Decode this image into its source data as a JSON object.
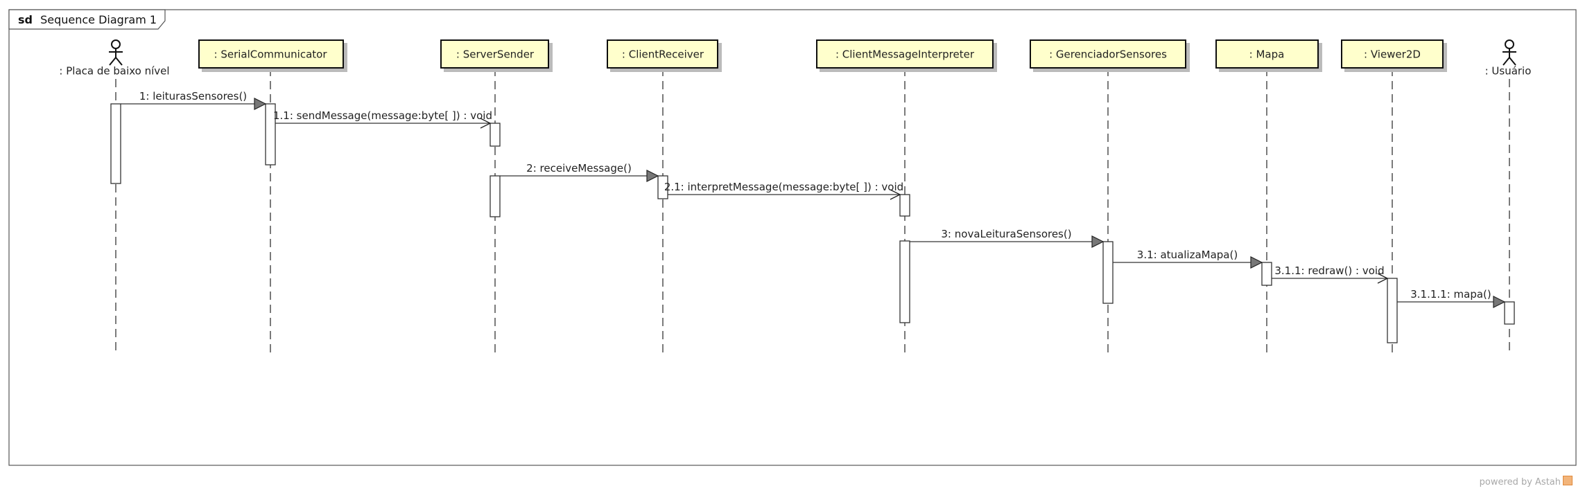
{
  "frame": {
    "keyword": "sd",
    "title": "Sequence Diagram 1"
  },
  "participants": [
    {
      "id": "placa",
      "kind": "actor",
      "label": ": Placa de baixo nível"
    },
    {
      "id": "serial",
      "kind": "object",
      "label": ": SerialCommunicator"
    },
    {
      "id": "server",
      "kind": "object",
      "label": ": ServerSender"
    },
    {
      "id": "client",
      "kind": "object",
      "label": ": ClientReceiver"
    },
    {
      "id": "interp",
      "kind": "object",
      "label": ": ClientMessageInterpreter"
    },
    {
      "id": "gerenc",
      "kind": "object",
      "label": ": GerenciadorSensores"
    },
    {
      "id": "mapa",
      "kind": "object",
      "label": ": Mapa"
    },
    {
      "id": "viewer",
      "kind": "object",
      "label": ": Viewer2D"
    },
    {
      "id": "usuario",
      "kind": "actor",
      "label": ": Usuário"
    }
  ],
  "messages": [
    {
      "from": "placa",
      "to": "serial",
      "label": "1: leiturasSensores()",
      "type": "sync"
    },
    {
      "from": "serial",
      "to": "server",
      "label": "1.1: sendMessage(message:byte[ ]) : void",
      "type": "async"
    },
    {
      "from": "server",
      "to": "client",
      "label": "2: receiveMessage()",
      "type": "sync"
    },
    {
      "from": "client",
      "to": "interp",
      "label": "2.1: interpretMessage(message:byte[ ]) : void",
      "type": "async"
    },
    {
      "from": "interp",
      "to": "gerenc",
      "label": "3: novaLeituraSensores()",
      "type": "sync"
    },
    {
      "from": "gerenc",
      "to": "mapa",
      "label": "3.1: atualizaMapa()",
      "type": "sync"
    },
    {
      "from": "mapa",
      "to": "viewer",
      "label": "3.1.1: redraw() : void",
      "type": "async"
    },
    {
      "from": "viewer",
      "to": "usuario",
      "label": "3.1.1.1: mapa()",
      "type": "sync"
    }
  ],
  "colors": {
    "object_fill": "#ffffcc",
    "line": "#333333"
  },
  "watermark": "powered by Astah"
}
